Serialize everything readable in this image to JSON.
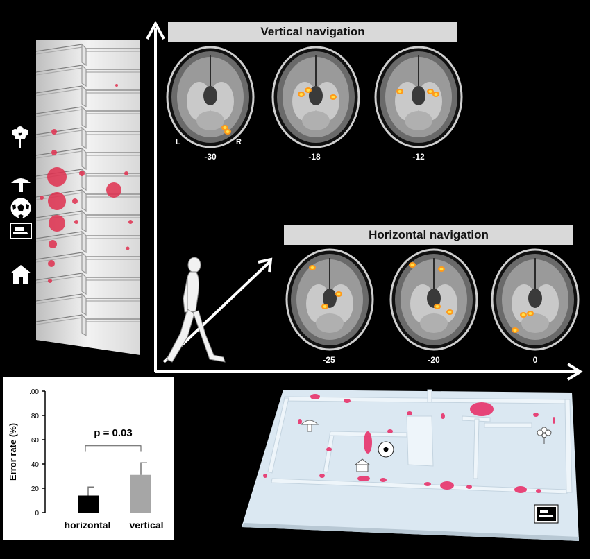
{
  "vertical": {
    "title": "Vertical navigation",
    "slices": [
      "-30",
      "-18",
      "-12"
    ],
    "hemisphere_left": "L",
    "hemisphere_right": "R"
  },
  "horizontal": {
    "title": "Horizontal navigation",
    "slices": [
      "-25",
      "-20",
      "0"
    ]
  },
  "chart_data": {
    "type": "bar",
    "categories": [
      "horizontal",
      "vertical"
    ],
    "values": [
      14,
      31
    ],
    "errors": [
      7,
      10
    ],
    "colors": [
      "#000000",
      "#a6a6a6"
    ],
    "ylabel": "Error rate (%)",
    "ylim": [
      0,
      100
    ],
    "yticks": [
      ".00",
      "80",
      "60",
      "40",
      "20",
      "0"
    ],
    "annotation": "p = 0.03"
  }
}
